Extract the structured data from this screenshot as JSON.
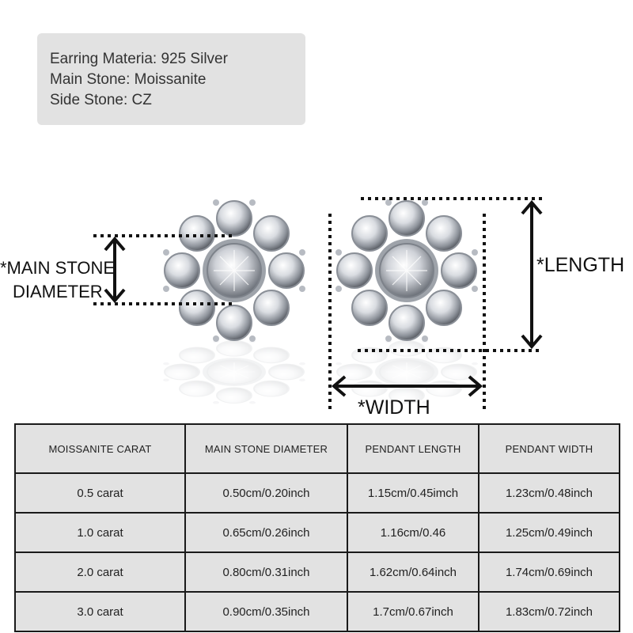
{
  "info": {
    "lines": [
      "Earring Materia: 925 Silver",
      "Main Stone: Moissanite",
      "Side Stone: CZ"
    ]
  },
  "dimensions": {
    "main_stone_line1": "*MAIN STONE",
    "main_stone_line2": "DIAMETER",
    "length": "*LENGTH",
    "width": "*WIDTH"
  },
  "table": {
    "headers": [
      "MOISSANITE CARAT",
      "MAIN STONE DIAMETER",
      "PENDANT LENGTH",
      "PENDANT WIDTH"
    ],
    "rows": [
      [
        "0.5 carat",
        "0.50cm/0.20inch",
        "1.15cm/0.45imch",
        "1.23cm/0.48inch"
      ],
      [
        "1.0 carat",
        "0.65cm/0.26inch",
        "1.16cm/0.46",
        "1.25cm/0.49inch"
      ],
      [
        "2.0 carat",
        "0.80cm/0.31inch",
        "1.62cm/0.64inch",
        "1.74cm/0.69inch"
      ],
      [
        "3.0 carat",
        "0.90cm/0.35inch",
        "1.7cm/0.67inch",
        "1.83cm/0.72inch"
      ]
    ]
  },
  "colors": {
    "panel": "#e2e2e2",
    "border": "#1a1a1a",
    "silver": "#c9ccd2"
  }
}
